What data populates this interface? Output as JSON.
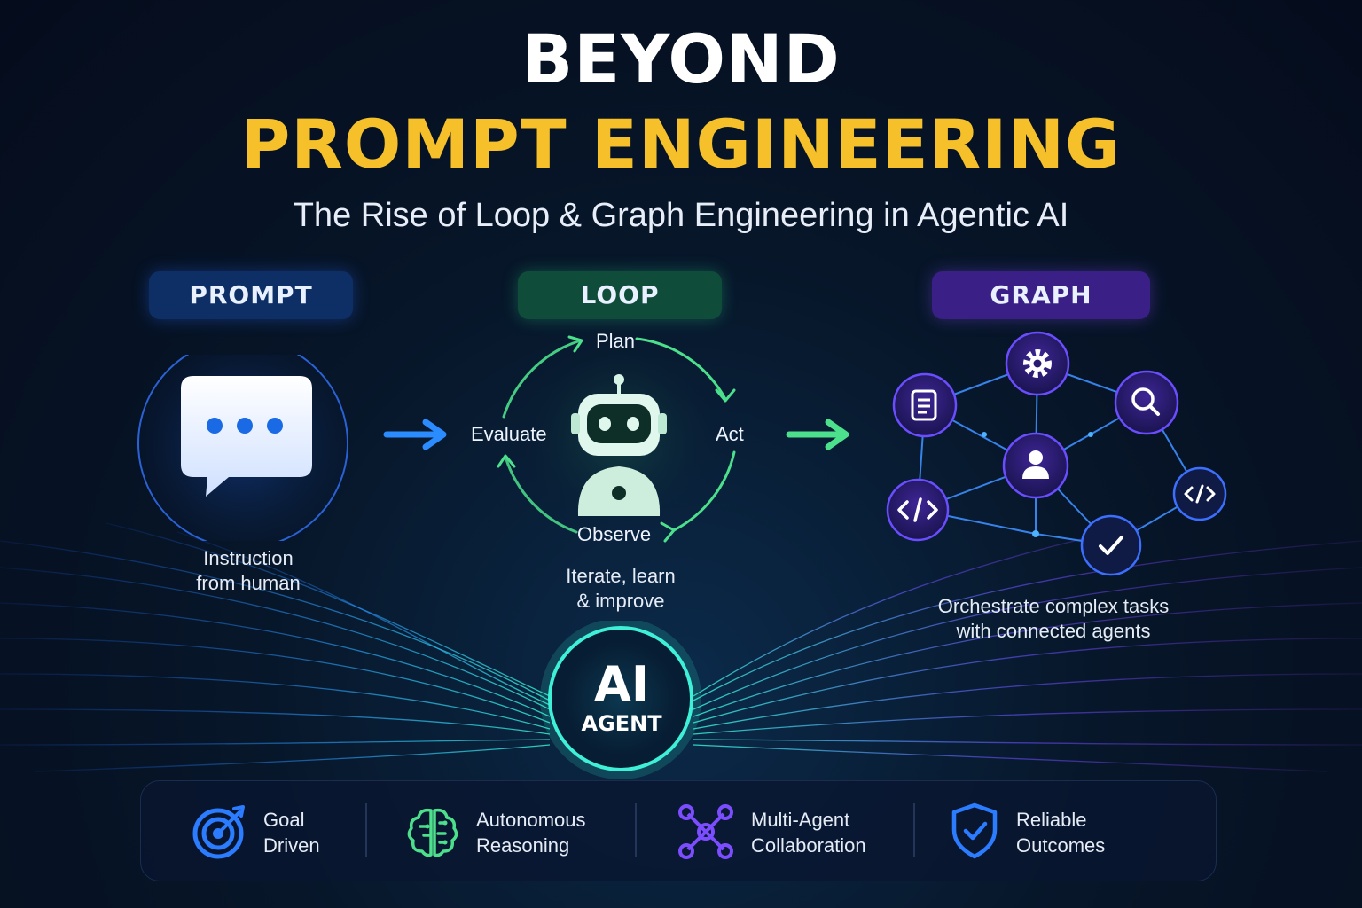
{
  "header": {
    "title_line1": "BEYOND",
    "title_line2": "PROMPT ENGINEERING",
    "subtitle": "The Rise of Loop & Graph Engineering in Agentic AI"
  },
  "columns": {
    "prompt": {
      "label": "PROMPT",
      "caption": [
        "Instruction",
        "from human"
      ]
    },
    "loop": {
      "label": "LOOP",
      "steps": {
        "plan": "Plan",
        "act": "Act",
        "observe": "Observe",
        "evaluate": "Evaluate"
      },
      "caption": [
        "Iterate, learn",
        "& improve"
      ]
    },
    "graph": {
      "label": "GRAPH",
      "caption": [
        "Orchestrate complex tasks",
        "with connected agents"
      ]
    }
  },
  "agent": {
    "title": "AI",
    "subtitle": "AGENT"
  },
  "features": [
    {
      "line1": "Goal",
      "line2": "Driven",
      "icon": "target-icon"
    },
    {
      "line1": "Autonomous",
      "line2": "Reasoning",
      "icon": "brain-icon"
    },
    {
      "line1": "Multi-Agent",
      "line2": "Collaboration",
      "icon": "network-icon"
    },
    {
      "line1": "Reliable",
      "line2": "Outcomes",
      "icon": "shield-check-icon"
    }
  ],
  "colors": {
    "accent_yellow": "#f5c02a",
    "prompt_blue": "#2b8cff",
    "loop_green": "#4de08c",
    "graph_purple": "#7b4dff"
  }
}
